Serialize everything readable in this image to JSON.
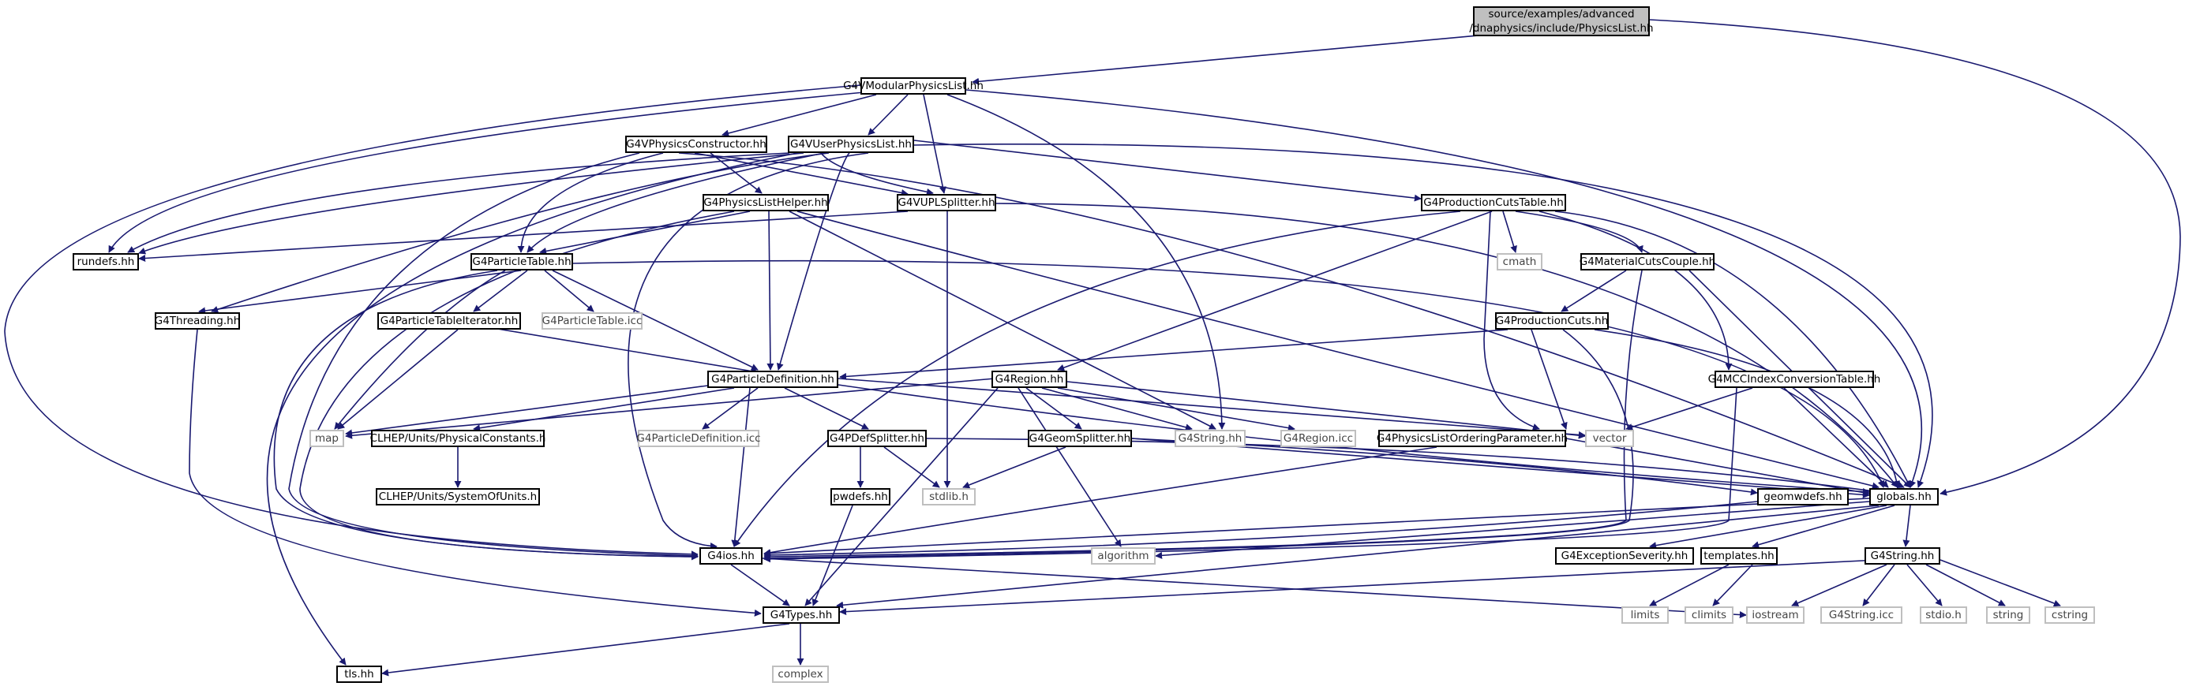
{
  "diagram": {
    "root": {
      "line1": "source/examples/advanced",
      "line2": "/dnaphysics/include/PhysicsList.hh"
    },
    "nodes": {
      "G4VModularPhysicsList": "G4VModularPhysicsList.hh",
      "G4VPhysicsConstructor": "G4VPhysicsConstructor.hh",
      "G4VUserPhysicsList": "G4VUserPhysicsList.hh",
      "G4PhysicsListHelper": "G4PhysicsListHelper.hh",
      "G4VUPLSplitter": "G4VUPLSplitter.hh",
      "G4ProductionCutsTable": "G4ProductionCutsTable.hh",
      "rundefs": "rundefs.hh",
      "G4ParticleTable": "G4ParticleTable.hh",
      "cmath": "cmath",
      "G4MaterialCutsCouple": "G4MaterialCutsCouple.hh",
      "G4Threading": "G4Threading.hh",
      "G4ParticleTableIterator": "G4ParticleTableIterator.hh",
      "G4ParticleTableIcc": "G4ParticleTable.icc",
      "G4ProductionCuts": "G4ProductionCuts.hh",
      "G4ParticleDefinition": "G4ParticleDefinition.hh",
      "G4Region": "G4Region.hh",
      "G4MCCIndexConversionTable": "G4MCCIndexConversionTable.hh",
      "map": "map",
      "PhysicalConstants": "CLHEP/Units/PhysicalConstants.h",
      "G4ParticleDefinitionIcc": "G4ParticleDefinition.icc",
      "G4PDefSplitter": "G4PDefSplitter.hh",
      "G4GeomSplitter": "G4GeomSplitter.hh",
      "G4String": "G4String.hh",
      "G4RegionIcc": "G4Region.icc",
      "G4PhysicsListOrderingParameter": "G4PhysicsListOrderingParameter.hh",
      "vector": "vector",
      "SystemOfUnits": "CLHEP/Units/SystemOfUnits.h",
      "pwdefs": "pwdefs.hh",
      "stdlib": "stdlib.h",
      "geomwdefs": "geomwdefs.hh",
      "globals": "globals.hh",
      "G4ios": "G4ios.hh",
      "algorithm": "algorithm",
      "G4ExceptionSeverity": "G4ExceptionSeverity.hh",
      "templates": "templates.hh",
      "G4StringBot": "G4String.hh",
      "G4Types": "G4Types.hh",
      "limits": "limits",
      "climits": "climits",
      "iostream": "iostream",
      "G4StringIcc": "G4String.icc",
      "stdio": "stdio.h",
      "string": "string",
      "cstring": "cstring",
      "tls": "tls.hh",
      "complex": "complex"
    },
    "colors": {
      "edge": "#191970",
      "node_border": "#000000",
      "system_border": "#bfbfbf",
      "root_fill": "#bfbfbf"
    }
  }
}
